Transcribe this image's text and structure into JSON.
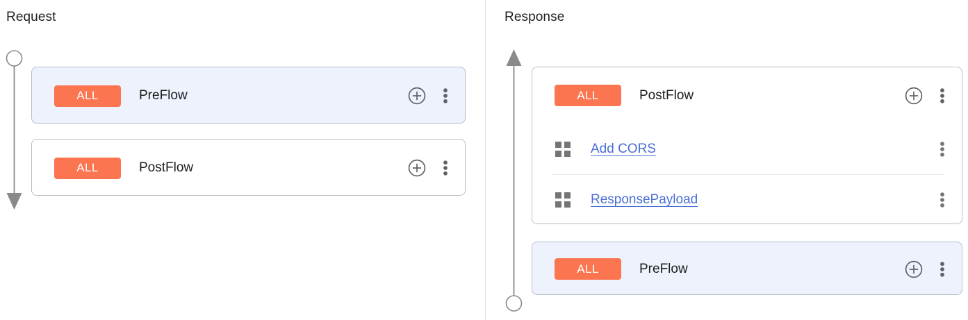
{
  "colors": {
    "badge_orange": "#fb7551",
    "link_blue": "#4a6fd4",
    "selected_card_bg": "#edf2fd",
    "card_border": "#bdbdbd",
    "arrow_gray": "#8a8a8a",
    "icon_gray": "#5f6368",
    "grid_icon_gray": "#757575",
    "divider_gray": "#e8e8e8",
    "text_primary": "#1c1c1c"
  },
  "panels": [
    {
      "id": "request",
      "heading": "Request",
      "arrow": {
        "name": "request-flow-arrow",
        "direction": "down",
        "start_shape": "circle",
        "end_shape": "arrowhead"
      },
      "cards": [
        {
          "name": "preflow-card",
          "selected": true,
          "badge": "ALL",
          "title": "PreFlow",
          "add_icon": "plus-circle-icon",
          "menu_icon": "kebab-menu-icon",
          "policies": []
        },
        {
          "name": "postflow-card",
          "selected": false,
          "badge": "ALL",
          "title": "PostFlow",
          "add_icon": "plus-circle-icon",
          "menu_icon": "kebab-menu-icon",
          "policies": []
        }
      ]
    },
    {
      "id": "response",
      "heading": "Response",
      "arrow": {
        "name": "response-flow-arrow",
        "direction": "up",
        "start_shape": "arrowhead",
        "end_shape": "circle"
      },
      "cards": [
        {
          "name": "postflow-card",
          "selected": false,
          "badge": "ALL",
          "title": "PostFlow",
          "add_icon": "plus-circle-icon",
          "menu_icon": "kebab-menu-icon",
          "policies": [
            {
              "name": "Add CORS",
              "icon": "grid-icon",
              "menu_icon": "kebab-menu-icon"
            },
            {
              "name": "ResponsePayload",
              "icon": "grid-icon",
              "menu_icon": "kebab-menu-icon"
            }
          ]
        },
        {
          "name": "preflow-card",
          "selected": true,
          "badge": "ALL",
          "title": "PreFlow",
          "add_icon": "plus-circle-icon",
          "menu_icon": "kebab-menu-icon",
          "policies": []
        }
      ]
    }
  ]
}
